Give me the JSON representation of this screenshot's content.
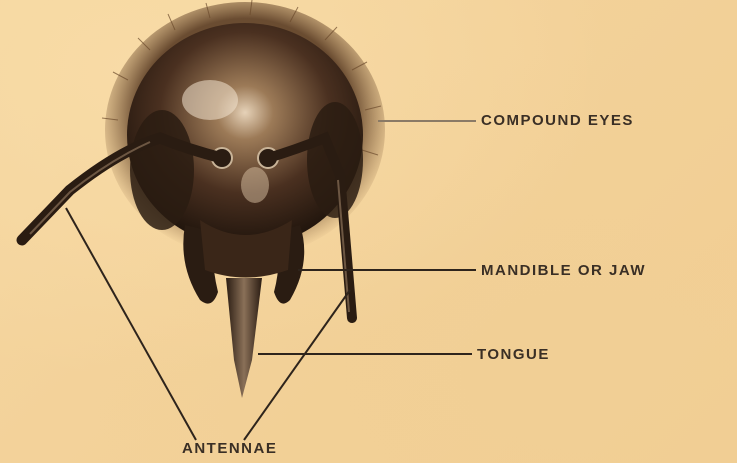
{
  "labels": {
    "compound_eyes": "COMPOUND EYES",
    "mandible": "MANDIBLE OR JAW",
    "tongue": "TONGUE",
    "antennae": "ANTENNAE"
  },
  "colors": {
    "background": "#f3d29a",
    "line": "#2e241c",
    "bee_dark": "#2a1c12",
    "bee_mid": "#6b4a2c",
    "bee_fuzz": "#8a6440"
  }
}
